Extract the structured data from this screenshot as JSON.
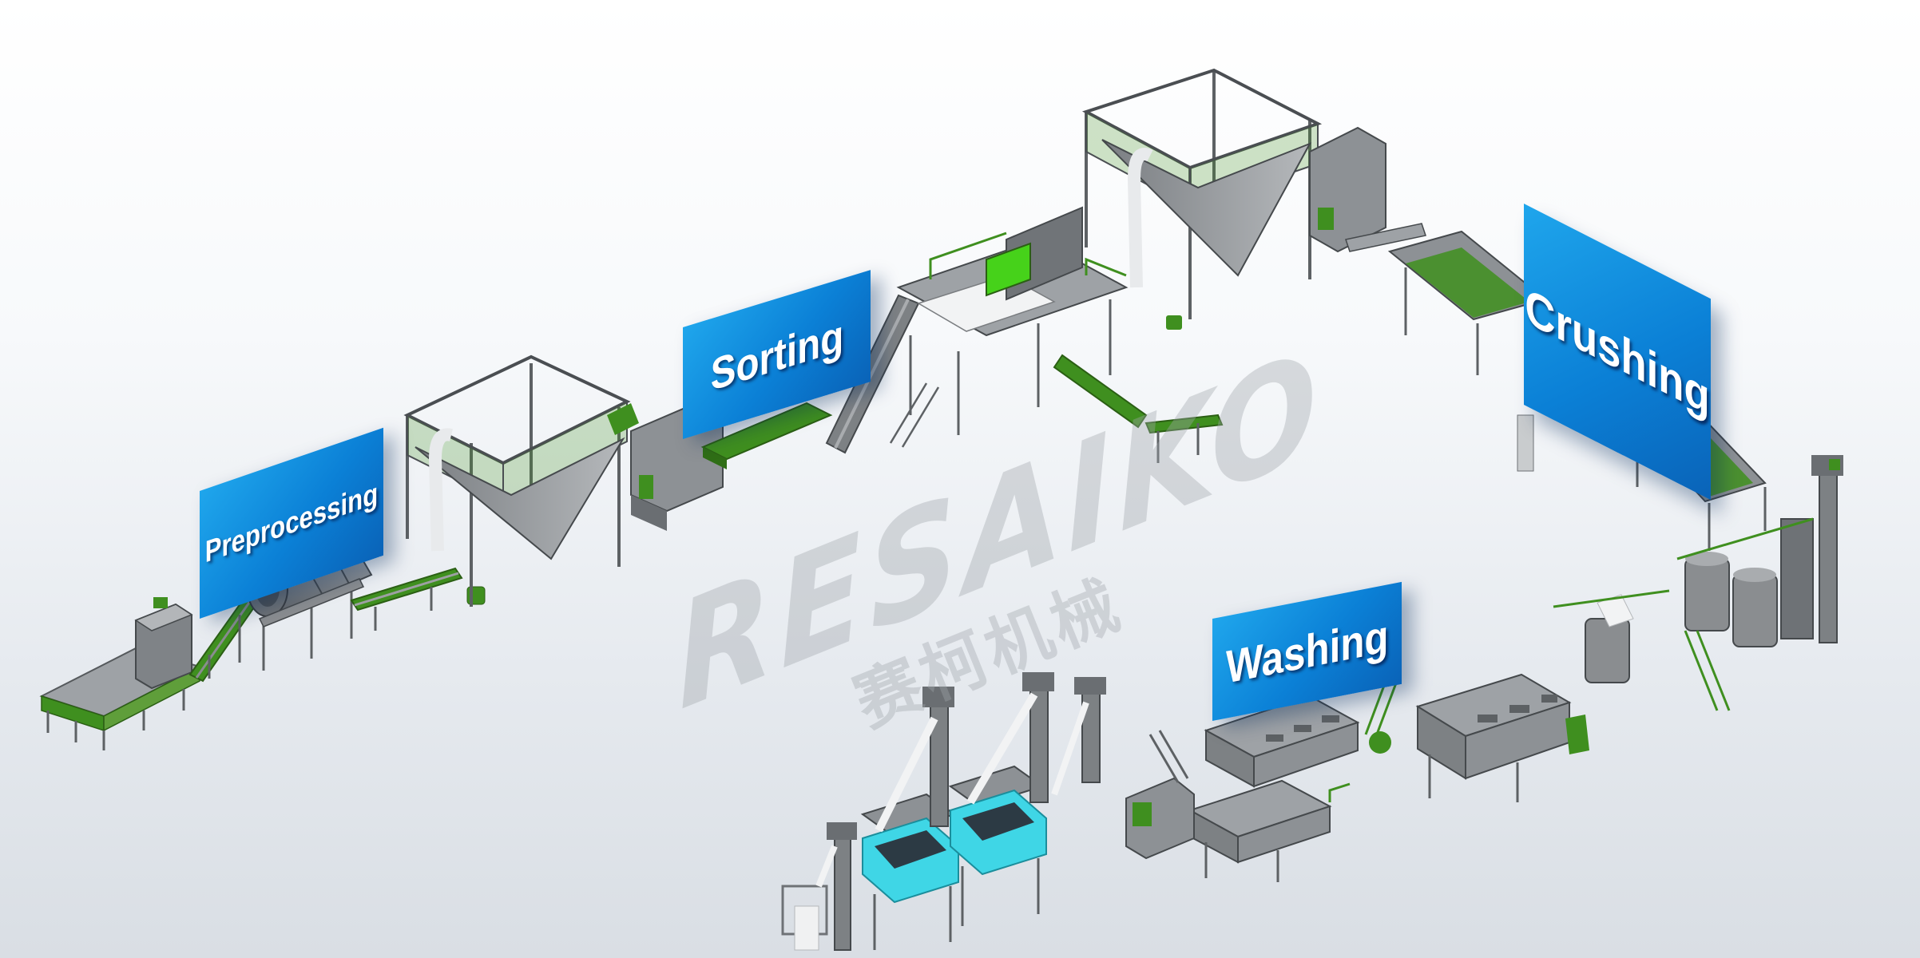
{
  "stages": [
    {
      "id": "preprocessing",
      "label": "Preprocessing"
    },
    {
      "id": "sorting",
      "label": "Sorting"
    },
    {
      "id": "crushing",
      "label": "Crushing"
    },
    {
      "id": "washing",
      "label": "Washing"
    }
  ],
  "watermark": {
    "brand": "RESAIKO",
    "chinese": "赛柯机械"
  },
  "colors": {
    "sign_blue": "#0b80d6",
    "machine_green": "#3f8f1f",
    "machine_grey": "#8a8d90",
    "frame_grey": "#6e7276",
    "sorter_cyan": "#3fd6e6"
  }
}
